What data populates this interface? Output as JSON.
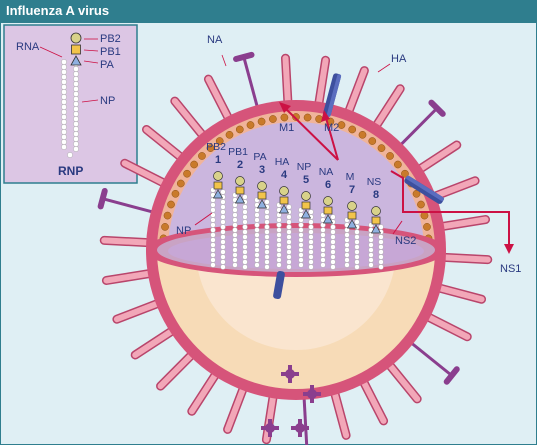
{
  "title": "Influenza A virus",
  "rnp_inset": {
    "caption": "RNP",
    "labels": {
      "rna": "RNA",
      "pb2": "PB2",
      "pb1": "PB1",
      "pa": "PA",
      "np": "NP"
    }
  },
  "proteins": {
    "na": "NA",
    "ha": "HA",
    "m1": "M1",
    "m2": "M2",
    "np": "NP",
    "ns2": "NS2",
    "ns1": "NS1"
  },
  "segments": [
    {
      "number": "1",
      "name": "PB2"
    },
    {
      "number": "2",
      "name": "PB1"
    },
    {
      "number": "3",
      "name": "PA"
    },
    {
      "number": "4",
      "name": "HA"
    },
    {
      "number": "5",
      "name": "NP"
    },
    {
      "number": "6",
      "name": "NA"
    },
    {
      "number": "7",
      "name": "M"
    },
    {
      "number": "8",
      "name": "NS"
    }
  ],
  "colors": {
    "title_bar": "#2f7e8e",
    "background": "#dfeff4",
    "envelope": "#d6547a",
    "spike_ha": "#f2a7b8",
    "spike_na": "#8a3e8e",
    "m1_matrix": "#c97a2a",
    "interior": "#cbb6de",
    "m2_channel": "#3d4f9e",
    "label_text": "#2a3a80",
    "arrow": "#cc1144"
  }
}
